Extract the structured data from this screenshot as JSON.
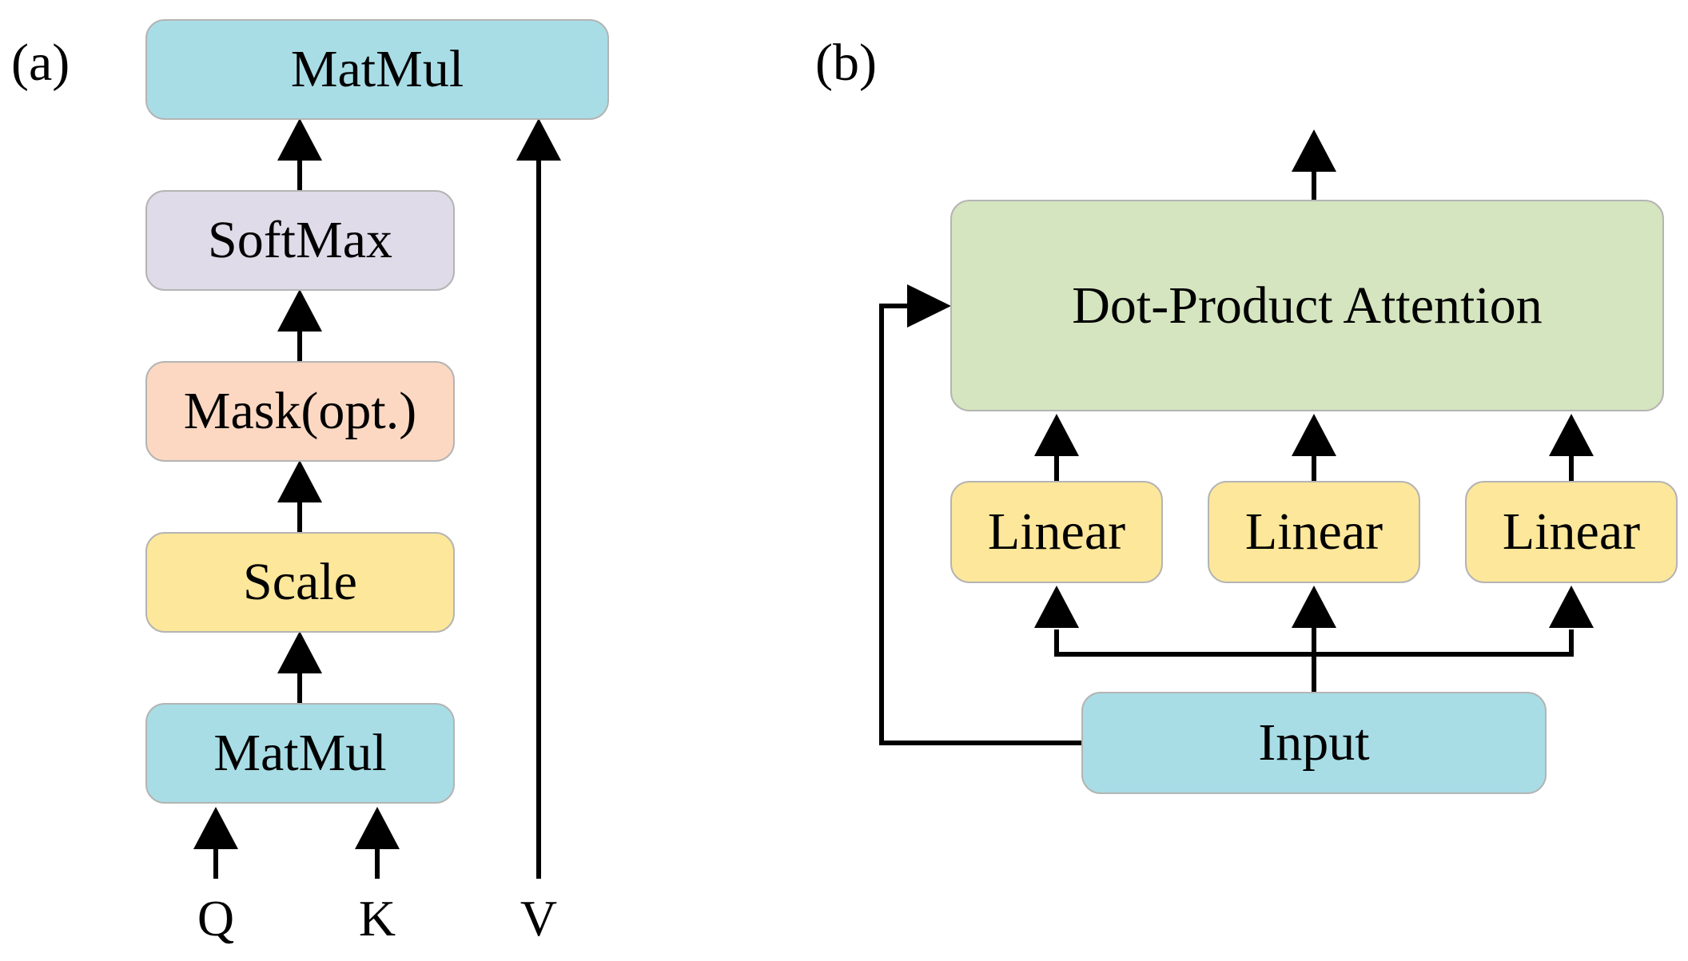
{
  "panel_a": {
    "label": "(a)",
    "blocks": {
      "matmul_top": "MatMul",
      "softmax": "SoftMax",
      "mask": "Mask(opt.)",
      "scale": "Scale",
      "matmul_bottom": "MatMul"
    },
    "inputs": {
      "q": "Q",
      "k": "K",
      "v": "V"
    }
  },
  "panel_b": {
    "label": "(b)",
    "blocks": {
      "attention": "Dot-Product Attention",
      "linear_1": "Linear",
      "linear_2": "Linear",
      "linear_3": "Linear",
      "input": "Input"
    }
  },
  "colors": {
    "matmul": "#a8dde6",
    "softmax": "#dfdbe8",
    "mask": "#fcd8c2",
    "scale": "#fde79a",
    "attention": "#d5e5bf",
    "linear": "#fde79a",
    "input": "#a8dde6",
    "line": "#000000",
    "box_border": "#b4b4b4"
  }
}
